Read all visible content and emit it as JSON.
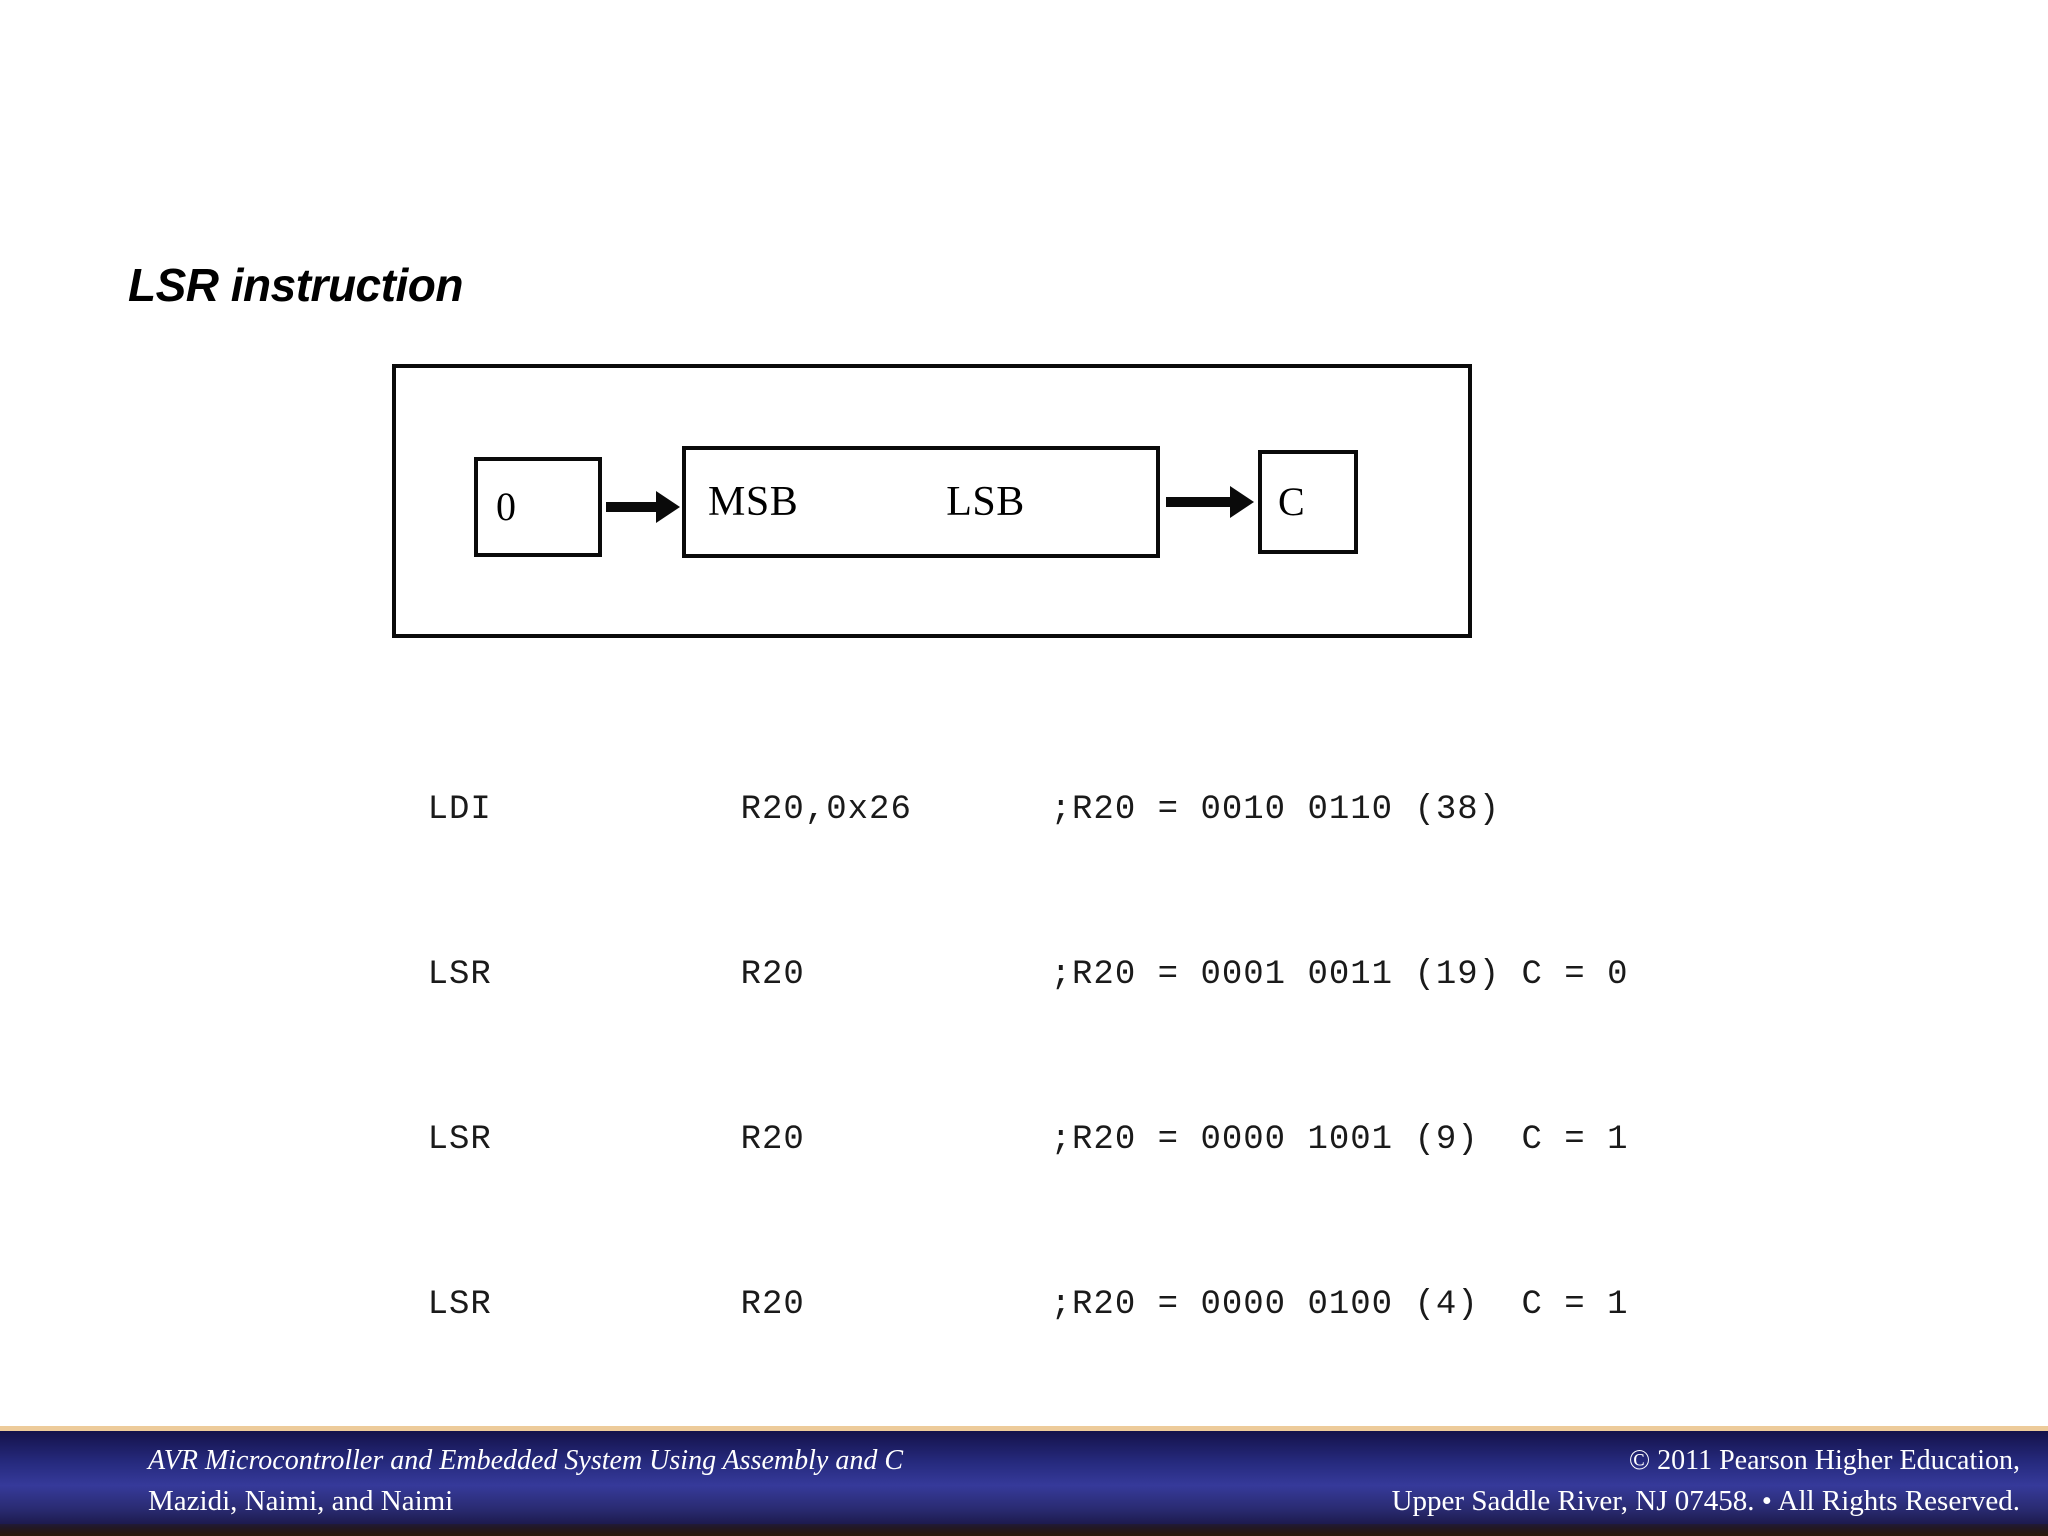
{
  "slide": {
    "title": "LSR instruction"
  },
  "diagram": {
    "name": "lsr-shift-right-diagram",
    "zero_box_label": "0",
    "register_msb_label": "MSB",
    "register_lsb_label": "LSB",
    "carry_box_label": "C",
    "arrow_zero_to_register": "arrow-right",
    "arrow_register_to_carry": "arrow-right"
  },
  "code": {
    "lines": [
      {
        "mnemonic": "LDI",
        "operand": "R20,0x26",
        "comment": ";R20 = 0010 0110 (38)"
      },
      {
        "mnemonic": "LSR",
        "operand": "R20",
        "comment": ";R20 = 0001 0011 (19) C = 0"
      },
      {
        "mnemonic": "LSR",
        "operand": "R20",
        "comment": ";R20 = 0000 1001 (9)  C = 1"
      },
      {
        "mnemonic": "LSR",
        "operand": "R20",
        "comment": ";R20 = 0000 0100 (4)  C = 1"
      }
    ]
  },
  "footer": {
    "left_line1": "AVR Microcontroller and Embedded System Using Assembly and C",
    "left_line2": "Mazidi, Naimi, and Naimi",
    "right_line1": "© 2011   Pearson Higher Education,",
    "right_line2": "Upper Saddle River, NJ 07458. • All Rights Reserved.",
    "accent_color": "#edcb9a",
    "band_color": "#262a7e",
    "text_color": "#ffffff"
  }
}
